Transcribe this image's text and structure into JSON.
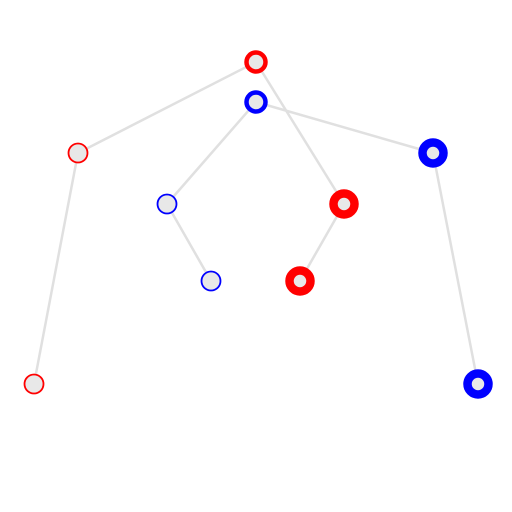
{
  "diagram": {
    "type": "node-link-tree",
    "colors": {
      "red": "#ff0000",
      "blue": "#0000ff",
      "node_fill": "#e8e8e8",
      "edge": "#e0e0e0"
    },
    "nodes": [
      {
        "id": "n1",
        "color": "red",
        "ring": "medium"
      },
      {
        "id": "n2",
        "color": "blue",
        "ring": "medium"
      },
      {
        "id": "n3",
        "color": "red",
        "ring": "thin"
      },
      {
        "id": "n4",
        "color": "blue",
        "ring": "thick"
      },
      {
        "id": "n5",
        "color": "blue",
        "ring": "thin"
      },
      {
        "id": "n6",
        "color": "red",
        "ring": "thick"
      },
      {
        "id": "n7",
        "color": "blue",
        "ring": "thin"
      },
      {
        "id": "n8",
        "color": "red",
        "ring": "thick"
      },
      {
        "id": "n9",
        "color": "red",
        "ring": "thin"
      },
      {
        "id": "n10",
        "color": "blue",
        "ring": "thick"
      }
    ],
    "edges": [
      [
        "n1",
        "n3"
      ],
      [
        "n1",
        "n6"
      ],
      [
        "n2",
        "n5"
      ],
      [
        "n2",
        "n4"
      ],
      [
        "n3",
        "n9"
      ],
      [
        "n5",
        "n7"
      ],
      [
        "n6",
        "n8"
      ],
      [
        "n4",
        "n10"
      ]
    ]
  }
}
